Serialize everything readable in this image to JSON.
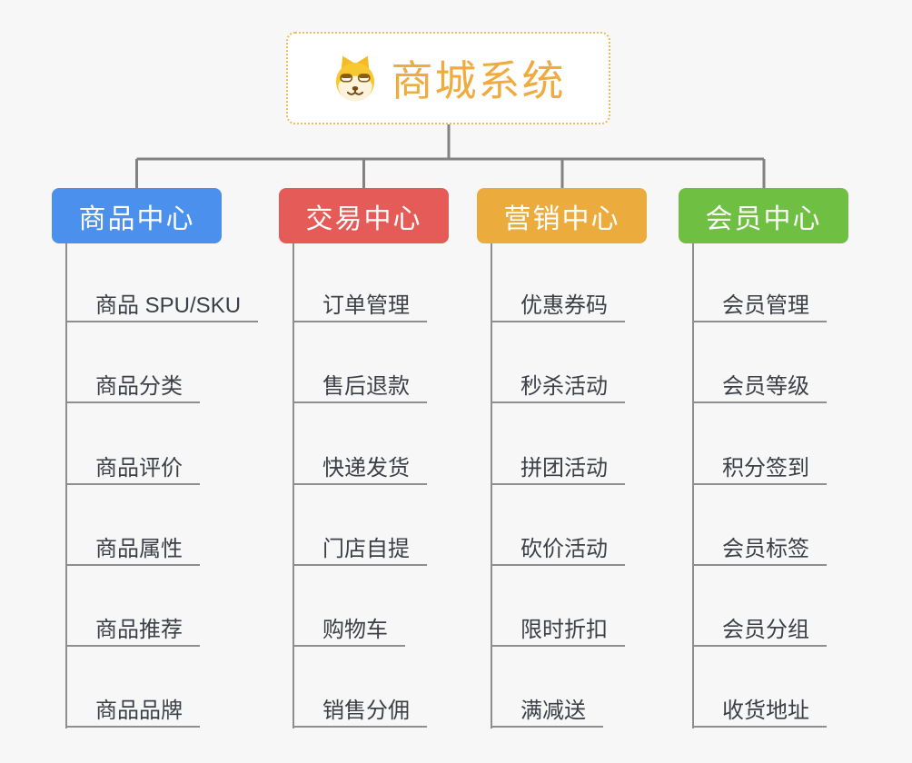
{
  "root": {
    "title": "商城系统",
    "icon": "shiba-dog-icon",
    "text_color": "#f0aa3e",
    "border_color": "#f2b85c",
    "background": "#ffffff"
  },
  "colors": {
    "page_background": "#f7f7f7",
    "connector": "#828282",
    "sub_line": "#8e8e8e",
    "item_text": "#3c4046"
  },
  "branches": [
    {
      "label": "商品中心",
      "color": "#4a90ec",
      "items": [
        "商品 SPU/SKU",
        "商品分类",
        "商品评价",
        "商品属性",
        "商品推荐",
        "商品品牌"
      ]
    },
    {
      "label": "交易中心",
      "color": "#e55b58",
      "items": [
        "订单管理",
        "售后退款",
        "快递发货",
        "门店自提",
        "购物车",
        "销售分佣"
      ]
    },
    {
      "label": "营销中心",
      "color": "#ebac3d",
      "items": [
        "优惠券码",
        "秒杀活动",
        "拼团活动",
        "砍价活动",
        "限时折扣",
        "满减送"
      ]
    },
    {
      "label": "会员中心",
      "color": "#6fbf43",
      "items": [
        "会员管理",
        "会员等级",
        "积分签到",
        "会员标签",
        "会员分组",
        "收货地址"
      ]
    }
  ]
}
